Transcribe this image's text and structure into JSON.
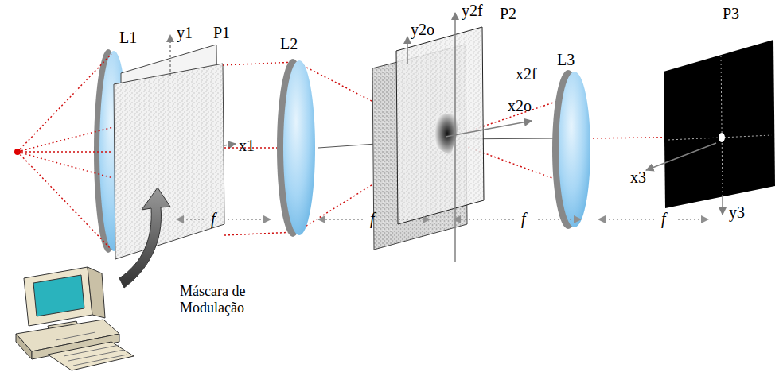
{
  "diagram": {
    "labels": [
      "L1",
      "y1",
      "P1",
      "x1",
      "L2",
      "y2o",
      "y2f",
      "P2",
      "x2f",
      "x2o",
      "L3",
      "x3",
      "y3",
      "P3",
      "f",
      "f",
      "f",
      "f",
      "Máscara de Modulação"
    ]
  }
}
